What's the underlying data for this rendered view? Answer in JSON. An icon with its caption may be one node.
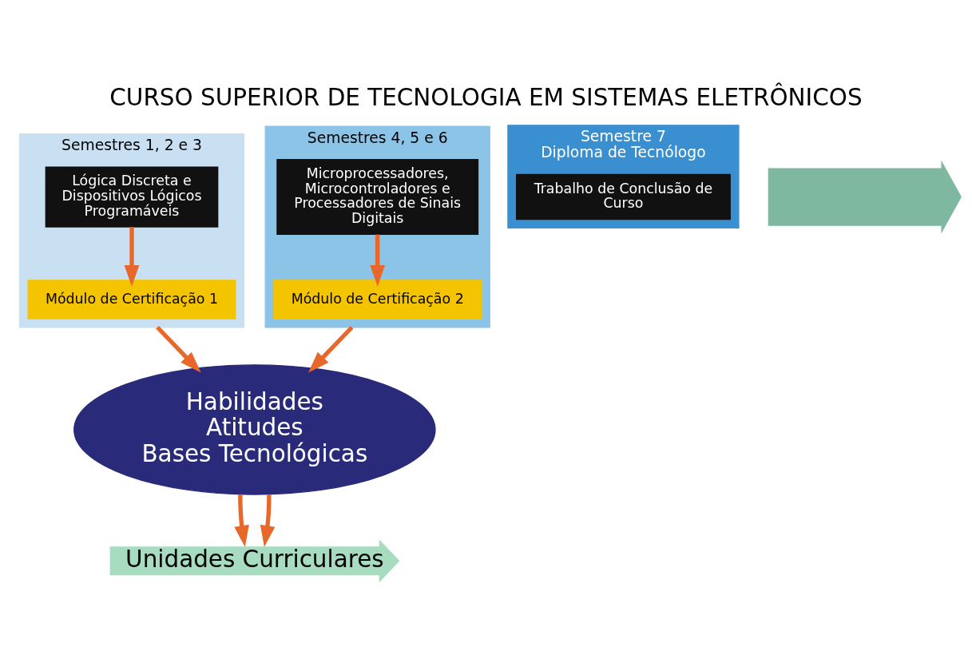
{
  "diagram": {
    "title": "CURSO SUPERIOR DE TECNOLOGIA EM SISTEMAS ELETRÔNICOS",
    "nodes": [
      {
        "text": [
          "Semestres 1, 2 e 3"
        ]
      },
      {
        "text": [
          "Lógica Discreta e Dispositivos Lógicos Programáveis"
        ],
        "in": 0
      },
      {
        "text": [
          "Módulo de Certificação 1"
        ],
        "in": 0
      },
      {
        "text": [
          "Semestres 4, 5 e 6"
        ]
      },
      {
        "text": [
          "Microprocessadores, Microcontroladores e Processadores de Sinais Digitais"
        ],
        "in": 3
      },
      {
        "text": [
          "Módulo de Certificação 2"
        ],
        "in": 3
      },
      {
        "text": [
          "Semestre 7",
          "Diploma de Tecnólogo"
        ]
      },
      {
        "text": [
          "Trabalho de Conclusão de Curso"
        ],
        "in": 6
      },
      {
        "text": [],
        "shape": "arrow"
      },
      {
        "text": [
          "Habilidades",
          "Atitudes",
          "Bases Tecnológicas"
        ]
      },
      {
        "text": [
          "Unidades Curriculares"
        ]
      }
    ],
    "edges": [
      {
        "from": 1,
        "to": 2,
        "arrow": "to"
      },
      {
        "from": 4,
        "to": 5,
        "arrow": "to"
      },
      {
        "from": 0,
        "to": 9,
        "arrow": "to"
      },
      {
        "from": 3,
        "to": 9,
        "arrow": "to"
      },
      {
        "from": 9,
        "to": 10,
        "arrow": "to"
      },
      {
        "from": 9,
        "to": 10,
        "arrow": "to"
      }
    ]
  }
}
